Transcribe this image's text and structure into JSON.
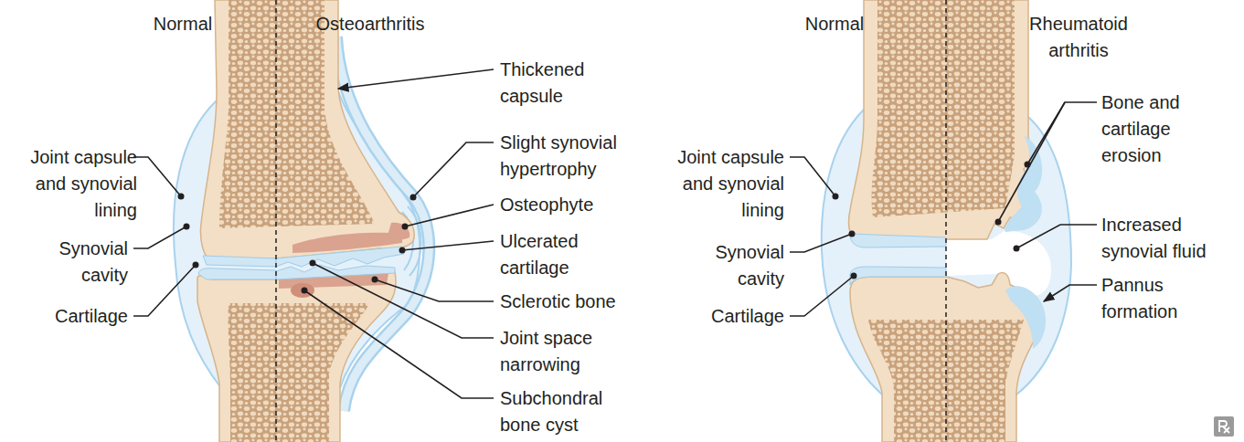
{
  "diagram": {
    "labels": [
      "Normal",
      "Osteoarthritis",
      "Thickened capsule",
      "Slight synovial hypertrophy",
      "Osteophyte",
      "Ulcerated cartilage",
      "Sclerotic bone",
      "Joint space narrowing",
      "Subchondral bone cyst",
      "Joint capsule and synovial lining",
      "Synovial cavity",
      "Cartilage",
      "Normal",
      "Rheumatoid arthritis",
      "Bone and cartilage erosion",
      "Increased synovial fluid",
      "Pannus formation",
      "Joint capsule and synovial lining",
      "Synovial cavity",
      "Cartilage"
    ]
  }
}
